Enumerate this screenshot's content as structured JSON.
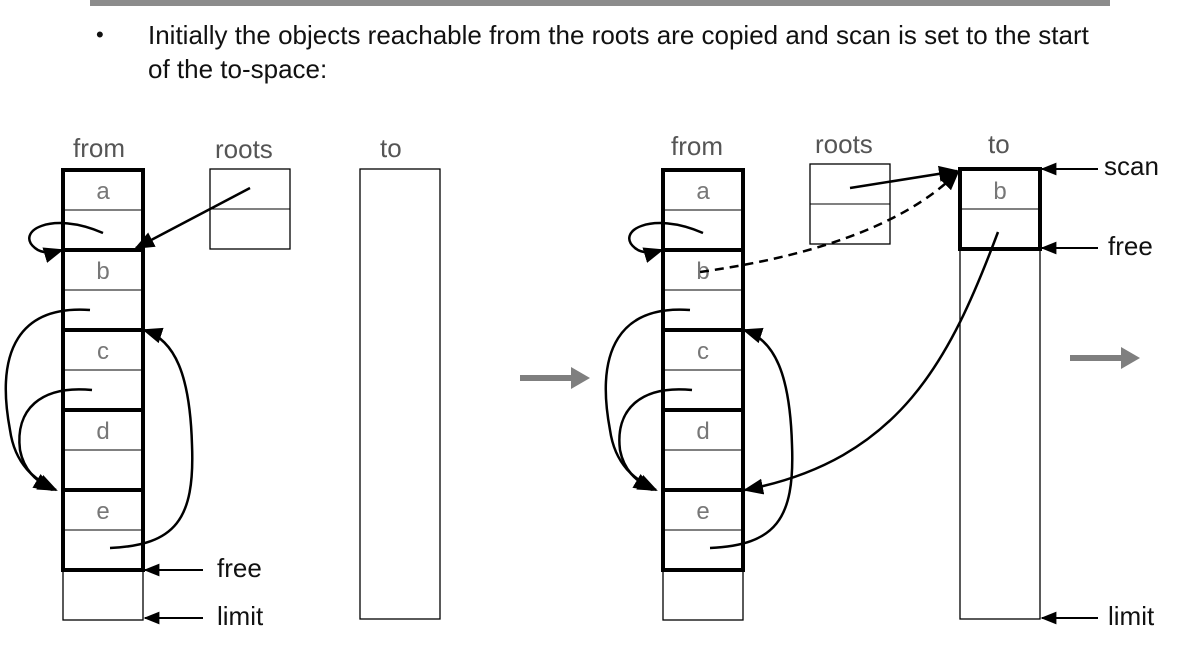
{
  "bullet": {
    "marker": "•",
    "text": "Initially the objects reachable from the roots are copied and scan is set to the start of the to-space:"
  },
  "left_diagram": {
    "from_label": "from",
    "roots_label": "roots",
    "to_label": "to",
    "objects": [
      "a",
      "b",
      "c",
      "d",
      "e"
    ],
    "free_label": "free",
    "limit_label": "limit"
  },
  "right_diagram": {
    "from_label": "from",
    "roots_label": "roots",
    "to_label": "to",
    "objects": [
      "a",
      "b",
      "c",
      "d",
      "e"
    ],
    "to_objects": [
      "b"
    ],
    "scan_label": "scan",
    "free_label": "free",
    "limit_label": "limit"
  },
  "colors": {
    "stroke": "#000000",
    "arrow_grey": "#7f7f7f",
    "label_grey": "#555555",
    "topbar": "#8c8c8c"
  }
}
